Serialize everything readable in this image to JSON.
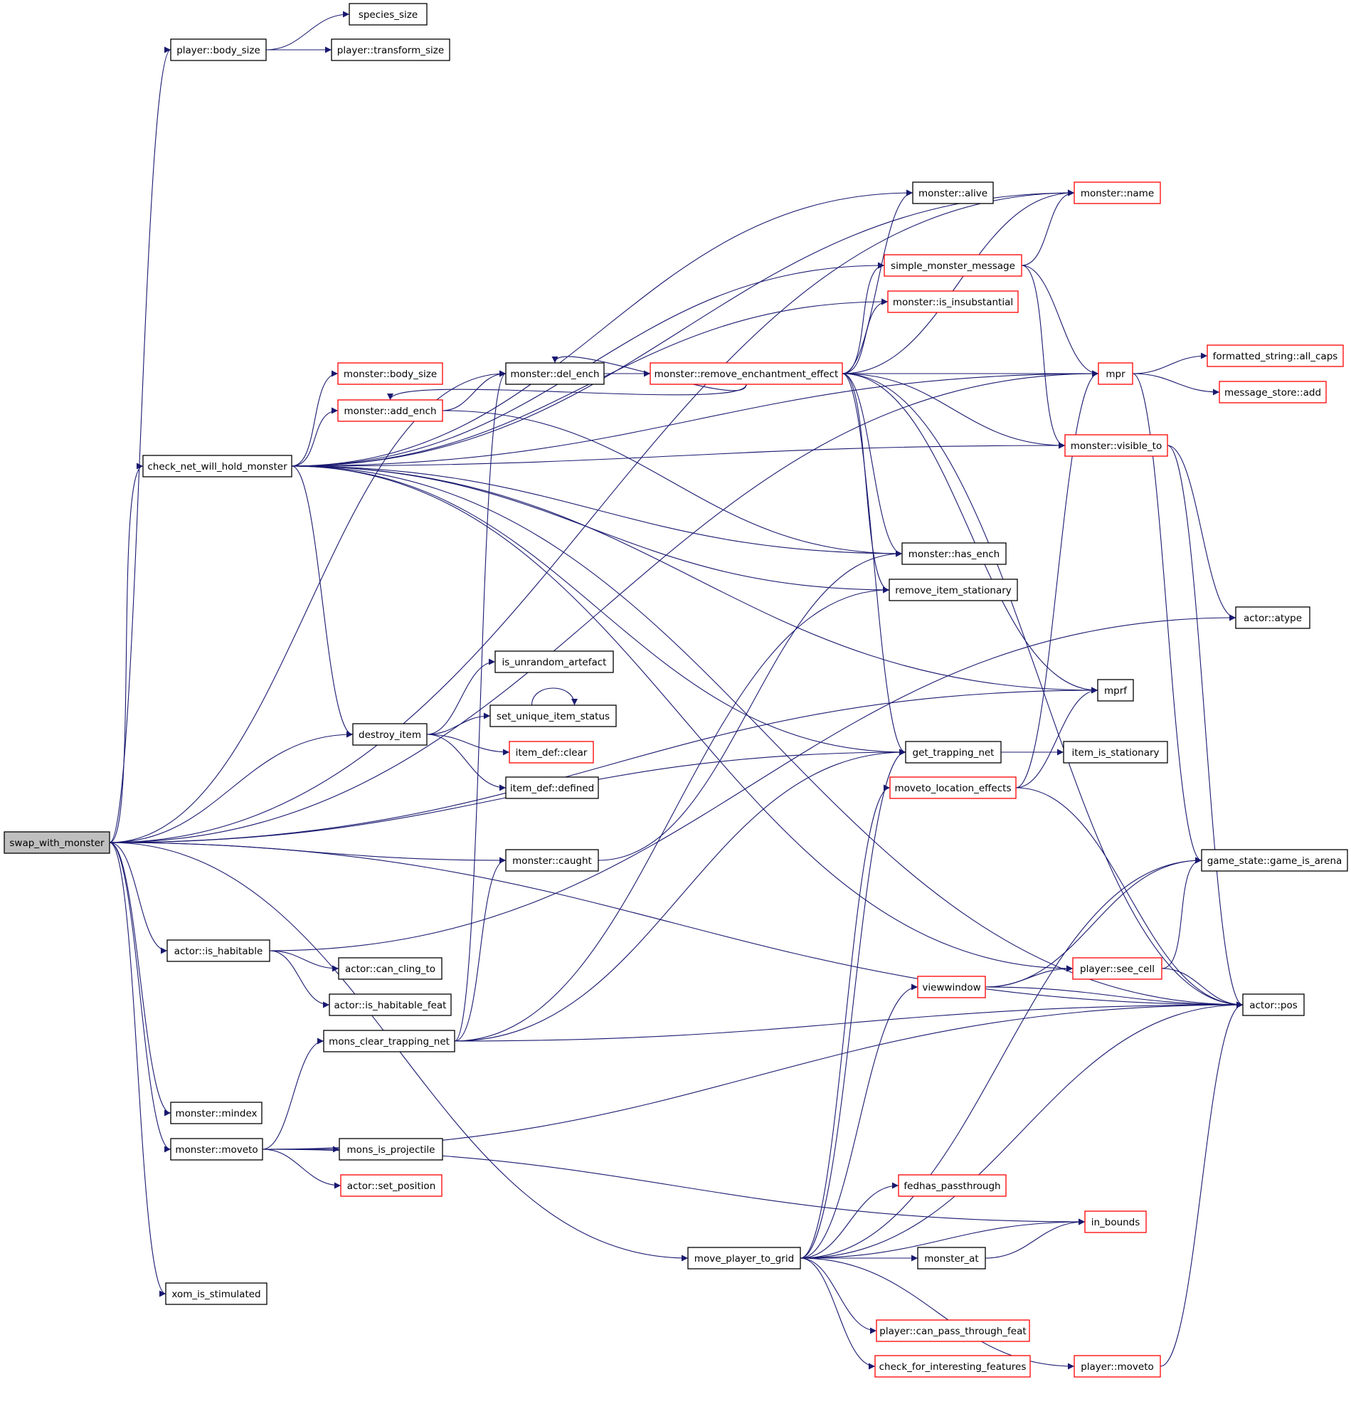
{
  "graph": {
    "edge_color": "#191970",
    "focus_fill": "#bfbfbf",
    "internal_border": "#000000",
    "external_border": "#ff0000",
    "nodes": [
      {
        "id": "swap_with_monster",
        "label": "swap_with_monster",
        "kind": "focus"
      },
      {
        "id": "player_body_size",
        "label": "player::body_size",
        "kind": "internal"
      },
      {
        "id": "species_size",
        "label": "species_size",
        "kind": "internal"
      },
      {
        "id": "player_transform_size",
        "label": "player::transform_size",
        "kind": "internal"
      },
      {
        "id": "check_net",
        "label": "check_net_will_hold_monster",
        "kind": "internal"
      },
      {
        "id": "monster_body_size",
        "label": "monster::body_size",
        "kind": "external"
      },
      {
        "id": "monster_add_ench",
        "label": "monster::add_ench",
        "kind": "external"
      },
      {
        "id": "monster_del_ench",
        "label": "monster::del_ench",
        "kind": "internal"
      },
      {
        "id": "monster_remove_ench",
        "label": "monster::remove_enchantment_effect",
        "kind": "external"
      },
      {
        "id": "monster_alive",
        "label": "monster::alive",
        "kind": "internal"
      },
      {
        "id": "monster_name",
        "label": "monster::name",
        "kind": "external"
      },
      {
        "id": "simple_monster_message",
        "label": "simple_monster_message",
        "kind": "external"
      },
      {
        "id": "monster_is_insubstantial",
        "label": "monster::is_insubstantial",
        "kind": "external"
      },
      {
        "id": "mpr",
        "label": "mpr",
        "kind": "external"
      },
      {
        "id": "formatted_string_all_caps",
        "label": "formatted_string::all_caps",
        "kind": "external"
      },
      {
        "id": "message_store_add",
        "label": "message_store::add",
        "kind": "external"
      },
      {
        "id": "monster_visible_to",
        "label": "monster::visible_to",
        "kind": "external"
      },
      {
        "id": "monster_has_ench",
        "label": "monster::has_ench",
        "kind": "internal"
      },
      {
        "id": "remove_item_stationary",
        "label": "remove_item_stationary",
        "kind": "internal"
      },
      {
        "id": "actor_atype",
        "label": "actor::atype",
        "kind": "internal"
      },
      {
        "id": "is_unrandom_artefact",
        "label": "is_unrandom_artefact",
        "kind": "internal"
      },
      {
        "id": "set_unique_item_status",
        "label": "set_unique_item_status",
        "kind": "internal"
      },
      {
        "id": "destroy_item",
        "label": "destroy_item",
        "kind": "internal"
      },
      {
        "id": "item_def_clear",
        "label": "item_def::clear",
        "kind": "external"
      },
      {
        "id": "item_def_defined",
        "label": "item_def::defined",
        "kind": "internal"
      },
      {
        "id": "mprf",
        "label": "mprf",
        "kind": "internal"
      },
      {
        "id": "get_trapping_net",
        "label": "get_trapping_net",
        "kind": "internal"
      },
      {
        "id": "item_is_stationary",
        "label": "item_is_stationary",
        "kind": "internal"
      },
      {
        "id": "moveto_location_effects",
        "label": "moveto_location_effects",
        "kind": "external"
      },
      {
        "id": "monster_caught",
        "label": "monster::caught",
        "kind": "internal"
      },
      {
        "id": "game_is_arena",
        "label": "game_state::game_is_arena",
        "kind": "internal"
      },
      {
        "id": "actor_is_habitable",
        "label": "actor::is_habitable",
        "kind": "internal"
      },
      {
        "id": "actor_can_cling_to",
        "label": "actor::can_cling_to",
        "kind": "internal"
      },
      {
        "id": "actor_is_habitable_feat",
        "label": "actor::is_habitable_feat",
        "kind": "internal"
      },
      {
        "id": "viewwindow",
        "label": "viewwindow",
        "kind": "external"
      },
      {
        "id": "player_see_cell",
        "label": "player::see_cell",
        "kind": "external"
      },
      {
        "id": "actor_pos",
        "label": "actor::pos",
        "kind": "internal"
      },
      {
        "id": "mons_clear_trapping_net",
        "label": "mons_clear_trapping_net",
        "kind": "internal"
      },
      {
        "id": "monster_mindex",
        "label": "monster::mindex",
        "kind": "internal"
      },
      {
        "id": "monster_moveto",
        "label": "monster::moveto",
        "kind": "internal"
      },
      {
        "id": "mons_is_projectile",
        "label": "mons_is_projectile",
        "kind": "internal"
      },
      {
        "id": "actor_set_position",
        "label": "actor::set_position",
        "kind": "external"
      },
      {
        "id": "fedhas_passthrough",
        "label": "fedhas_passthrough",
        "kind": "external"
      },
      {
        "id": "in_bounds",
        "label": "in_bounds",
        "kind": "external"
      },
      {
        "id": "move_player_to_grid",
        "label": "move_player_to_grid",
        "kind": "internal"
      },
      {
        "id": "monster_at",
        "label": "monster_at",
        "kind": "internal"
      },
      {
        "id": "xom_is_stimulated",
        "label": "xom_is_stimulated",
        "kind": "internal"
      },
      {
        "id": "player_can_pass_through_feat",
        "label": "player::can_pass_through_feat",
        "kind": "external"
      },
      {
        "id": "check_for_interesting_features",
        "label": "check_for_interesting_features",
        "kind": "external"
      },
      {
        "id": "player_moveto",
        "label": "player::moveto",
        "kind": "external"
      }
    ],
    "edges": [
      [
        "swap_with_monster",
        "player_body_size"
      ],
      [
        "player_body_size",
        "species_size"
      ],
      [
        "player_body_size",
        "player_transform_size"
      ],
      [
        "swap_with_monster",
        "monster_name"
      ],
      [
        "swap_with_monster",
        "mpr"
      ],
      [
        "swap_with_monster",
        "monster_del_ench"
      ],
      [
        "swap_with_monster",
        "check_net"
      ],
      [
        "swap_with_monster",
        "destroy_item"
      ],
      [
        "swap_with_monster",
        "mprf"
      ],
      [
        "swap_with_monster",
        "monster_caught"
      ],
      [
        "swap_with_monster",
        "get_trapping_net"
      ],
      [
        "swap_with_monster",
        "actor_is_habitable"
      ],
      [
        "swap_with_monster",
        "actor_pos"
      ],
      [
        "swap_with_monster",
        "monster_mindex"
      ],
      [
        "swap_with_monster",
        "monster_moveto"
      ],
      [
        "swap_with_monster",
        "move_player_to_grid"
      ],
      [
        "swap_with_monster",
        "xom_is_stimulated"
      ],
      [
        "check_net",
        "monster_name"
      ],
      [
        "check_net",
        "monster_alive"
      ],
      [
        "check_net",
        "mpr"
      ],
      [
        "check_net",
        "simple_monster_message"
      ],
      [
        "check_net",
        "monster_is_insubstantial"
      ],
      [
        "check_net",
        "monster_body_size"
      ],
      [
        "check_net",
        "monster_add_ench"
      ],
      [
        "check_net",
        "monster_has_ench"
      ],
      [
        "check_net",
        "remove_item_stationary"
      ],
      [
        "check_net",
        "monster_visible_to"
      ],
      [
        "check_net",
        "mprf"
      ],
      [
        "check_net",
        "get_trapping_net"
      ],
      [
        "check_net",
        "actor_pos"
      ],
      [
        "check_net",
        "player_see_cell"
      ],
      [
        "check_net",
        "destroy_item"
      ],
      [
        "monster_add_ench",
        "monster_del_ench"
      ],
      [
        "monster_add_ench",
        "monster_has_ench"
      ],
      [
        "monster_del_ench",
        "monster_remove_ench"
      ],
      [
        "monster_remove_ench",
        "monster_del_ench"
      ],
      [
        "monster_remove_ench",
        "monster_add_ench"
      ],
      [
        "monster_remove_ench",
        "monster_alive"
      ],
      [
        "monster_remove_ench",
        "monster_name"
      ],
      [
        "monster_remove_ench",
        "simple_monster_message"
      ],
      [
        "monster_remove_ench",
        "monster_is_insubstantial"
      ],
      [
        "monster_remove_ench",
        "mpr"
      ],
      [
        "monster_remove_ench",
        "monster_visible_to"
      ],
      [
        "monster_remove_ench",
        "monster_has_ench"
      ],
      [
        "monster_remove_ench",
        "remove_item_stationary"
      ],
      [
        "monster_remove_ench",
        "mprf"
      ],
      [
        "monster_remove_ench",
        "get_trapping_net"
      ],
      [
        "monster_remove_ench",
        "actor_pos"
      ],
      [
        "simple_monster_message",
        "monster_name"
      ],
      [
        "simple_monster_message",
        "mpr"
      ],
      [
        "simple_monster_message",
        "monster_visible_to"
      ],
      [
        "mpr",
        "formatted_string_all_caps"
      ],
      [
        "mpr",
        "message_store_add"
      ],
      [
        "mpr",
        "game_is_arena"
      ],
      [
        "monster_visible_to",
        "actor_atype"
      ],
      [
        "monster_visible_to",
        "actor_pos"
      ],
      [
        "destroy_item",
        "is_unrandom_artefact"
      ],
      [
        "destroy_item",
        "set_unique_item_status"
      ],
      [
        "set_unique_item_status",
        "set_unique_item_status"
      ],
      [
        "destroy_item",
        "item_def_clear"
      ],
      [
        "destroy_item",
        "item_def_defined"
      ],
      [
        "get_trapping_net",
        "item_is_stationary"
      ],
      [
        "moveto_location_effects",
        "mpr"
      ],
      [
        "moveto_location_effects",
        "mprf"
      ],
      [
        "moveto_location_effects",
        "actor_pos"
      ],
      [
        "monster_caught",
        "monster_has_ench"
      ],
      [
        "actor_is_habitable",
        "actor_atype"
      ],
      [
        "actor_is_habitable",
        "actor_can_cling_to"
      ],
      [
        "actor_is_habitable",
        "actor_is_habitable_feat"
      ],
      [
        "viewwindow",
        "game_is_arena"
      ],
      [
        "viewwindow",
        "player_see_cell"
      ],
      [
        "viewwindow",
        "actor_pos"
      ],
      [
        "player_see_cell",
        "game_is_arena"
      ],
      [
        "player_see_cell",
        "actor_pos"
      ],
      [
        "mons_clear_trapping_net",
        "monster_del_ench"
      ],
      [
        "mons_clear_trapping_net",
        "monster_caught"
      ],
      [
        "mons_clear_trapping_net",
        "remove_item_stationary"
      ],
      [
        "mons_clear_trapping_net",
        "get_trapping_net"
      ],
      [
        "mons_clear_trapping_net",
        "actor_pos"
      ],
      [
        "monster_moveto",
        "mons_clear_trapping_net"
      ],
      [
        "monster_moveto",
        "mons_is_projectile"
      ],
      [
        "monster_moveto",
        "actor_set_position"
      ],
      [
        "monster_moveto",
        "in_bounds"
      ],
      [
        "monster_moveto",
        "actor_pos"
      ],
      [
        "move_player_to_grid",
        "game_is_arena"
      ],
      [
        "move_player_to_grid",
        "viewwindow"
      ],
      [
        "move_player_to_grid",
        "get_trapping_net"
      ],
      [
        "move_player_to_grid",
        "moveto_location_effects"
      ],
      [
        "move_player_to_grid",
        "fedhas_passthrough"
      ],
      [
        "move_player_to_grid",
        "in_bounds"
      ],
      [
        "move_player_to_grid",
        "monster_at"
      ],
      [
        "move_player_to_grid",
        "actor_pos"
      ],
      [
        "move_player_to_grid",
        "player_can_pass_through_feat"
      ],
      [
        "move_player_to_grid",
        "check_for_interesting_features"
      ],
      [
        "move_player_to_grid",
        "player_moveto"
      ],
      [
        "monster_at",
        "in_bounds"
      ],
      [
        "player_moveto",
        "actor_pos"
      ]
    ]
  }
}
